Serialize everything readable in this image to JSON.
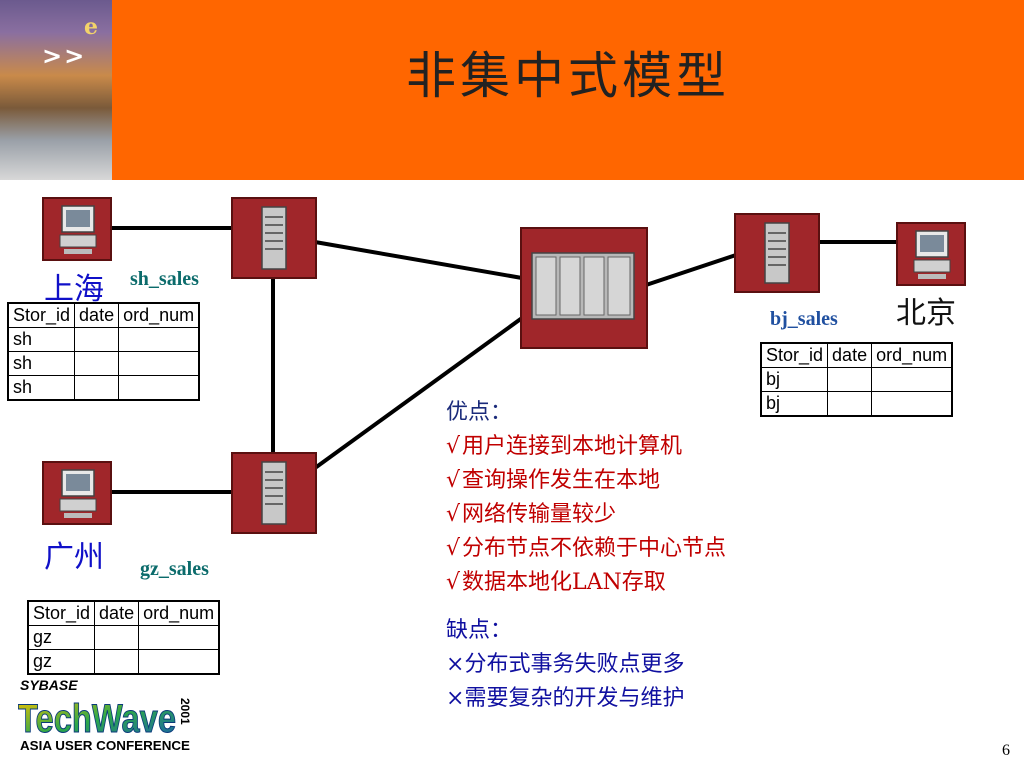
{
  "slide": {
    "title": "非集中式模型",
    "page_number": "6"
  },
  "sites": {
    "shanghai": {
      "city": "上海",
      "db": "sh_sales"
    },
    "beijing": {
      "city": "北京",
      "db": "bj_sales"
    },
    "guangzhou": {
      "city": "广州",
      "db": "gz_sales"
    }
  },
  "tables": {
    "headers": [
      "Stor_id",
      "date",
      "ord_num"
    ],
    "sh_rows": [
      [
        "sh",
        "",
        ""
      ],
      [
        "sh",
        "",
        ""
      ],
      [
        "sh",
        "",
        ""
      ]
    ],
    "bj_rows": [
      [
        "bj",
        "",
        ""
      ],
      [
        "bj",
        "",
        ""
      ]
    ],
    "gz_rows": [
      [
        "gz",
        "",
        ""
      ],
      [
        "gz",
        "",
        ""
      ]
    ]
  },
  "pros": {
    "heading": "优点：",
    "mark": "√",
    "items": [
      "用户连接到本地计算机",
      "查询操作发生在本地",
      "网络传输量较少",
      "分布节点不依赖于中心节点",
      "数据本地化LAN存取"
    ]
  },
  "cons": {
    "heading": "缺点：",
    "mark": "×",
    "items": [
      "分布式事务失败点更多",
      "需要复杂的开发与维护"
    ]
  },
  "logo": {
    "brand": "SYBASE",
    "product": "TechWave",
    "year": "2001",
    "event": "ASIA USER CONFERENCE"
  },
  "colors": {
    "header_band": "#ff6600",
    "device": "#a0262a",
    "pros_text": "#c00000",
    "cons_text": "#1010a0",
    "city_blue": "#1010c8"
  }
}
